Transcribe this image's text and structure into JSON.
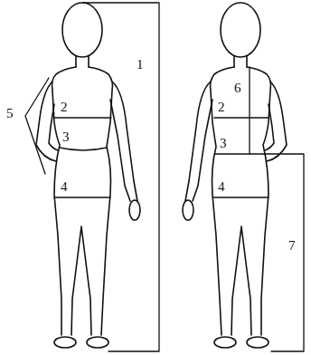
{
  "diagram": {
    "labels": [
      "1",
      "5",
      "2",
      "3",
      "4",
      "2",
      "6",
      "3",
      "4",
      "7"
    ]
  }
}
